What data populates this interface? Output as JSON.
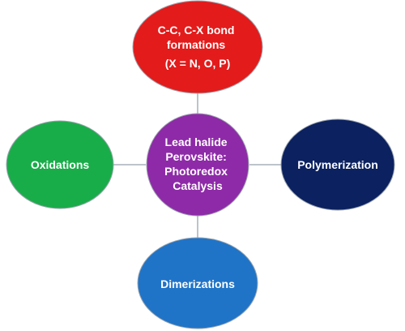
{
  "diagram": {
    "center": {
      "lines": [
        "Lead halide",
        "Perovskite:",
        "Photoredox",
        "Catalysis"
      ],
      "color": "#8e2aa8"
    },
    "top": {
      "lines": [
        "C-C, C-X bond",
        "formations",
        "(X = N, O, P)"
      ],
      "color": "#e31b1b"
    },
    "left": {
      "lines": [
        "Oxidations"
      ],
      "color": "#19ad49"
    },
    "right": {
      "lines": [
        "Polymerization"
      ],
      "color": "#0b2160"
    },
    "bottom": {
      "lines": [
        "Dimerizations"
      ],
      "color": "#1f74c8"
    }
  }
}
